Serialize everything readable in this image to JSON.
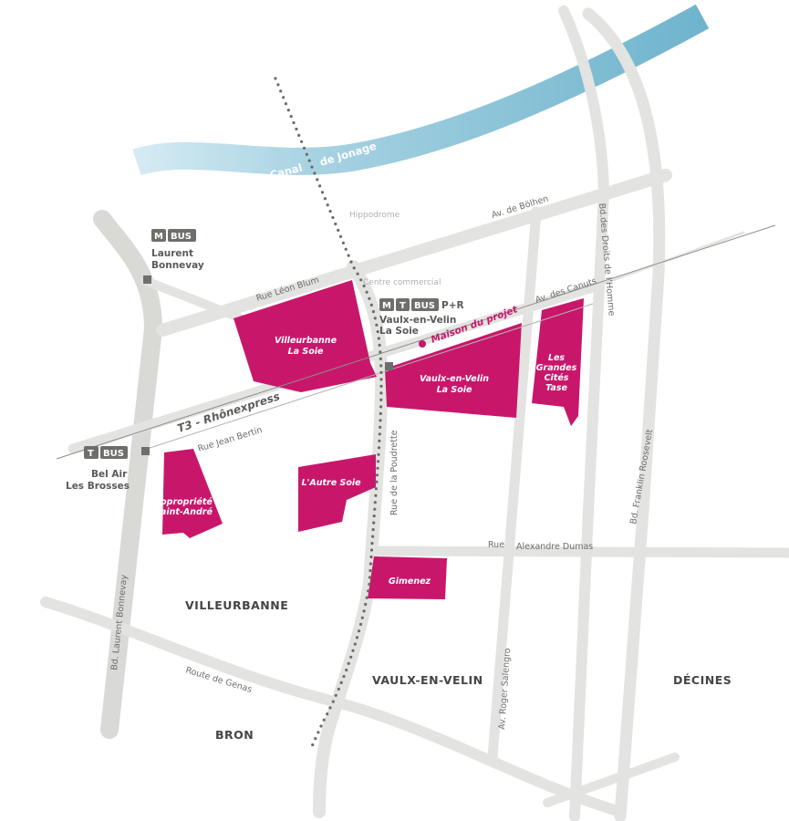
{
  "canal": {
    "part1": "Canal",
    "part2": "de Jonage"
  },
  "streets": {
    "bolhen": "Av. de Bölhen",
    "leon_blum": "Rue Léon Blum",
    "canuts": "Av. des Canuts",
    "jean_bertin": "Rue Jean Bertin",
    "droits": "Bd.des Droits de l'Homme",
    "roosevelt": "Bd. Franklin Roosevelt",
    "poudrette": "Rue de la Poudrette",
    "dumas_rue": "Rue",
    "dumas": "Alexandre Dumas",
    "laurent_bonnevay": "Bd. Laurent Bonnevay",
    "genas": "Route de Genas",
    "salengro": "Av. Roger Salengro"
  },
  "poi": {
    "hippodrome": "Hippodrome",
    "centre": "Centre commercial"
  },
  "tram": {
    "label": "T3 - Rhônexpress",
    "maison": "Maison du projet"
  },
  "stations": {
    "laurent": {
      "badges": [
        "M",
        "BUS"
      ],
      "name1": "Laurent",
      "name2": "Bonnevay"
    },
    "vaulx": {
      "badges": [
        "M",
        "T",
        "BUS"
      ],
      "extra": "P+R",
      "name1": "Vaulx-en-Velin",
      "name2": "La Soie"
    },
    "belair": {
      "badges": [
        "T",
        "BUS"
      ],
      "name1": "Bel Air",
      "name2": "Les Brosses"
    }
  },
  "zones": {
    "villeurbanne_soie": [
      "Villeurbanne",
      "La Soie"
    ],
    "vaulx_soie": [
      "Vaulx-en-Velin",
      "La Soie"
    ],
    "grandes_cites": [
      "Les",
      "Grandes",
      "Cités",
      "Tase"
    ],
    "autre_soie": [
      "L'Autre Soie"
    ],
    "copropriete": [
      "Copropriété",
      "Saint-André"
    ],
    "gimenez": [
      "Gimenez"
    ]
  },
  "communes": {
    "villeurbanne": "VILLEURBANNE",
    "vaulx": "VAULX-EN-VELIN",
    "decines": "DÉCINES",
    "bron": "BRON"
  },
  "colors": {
    "zone": "#c8176b",
    "canal": "#8ec5d8",
    "road": "#e3e3e1",
    "badge": "#6e6e6a"
  }
}
